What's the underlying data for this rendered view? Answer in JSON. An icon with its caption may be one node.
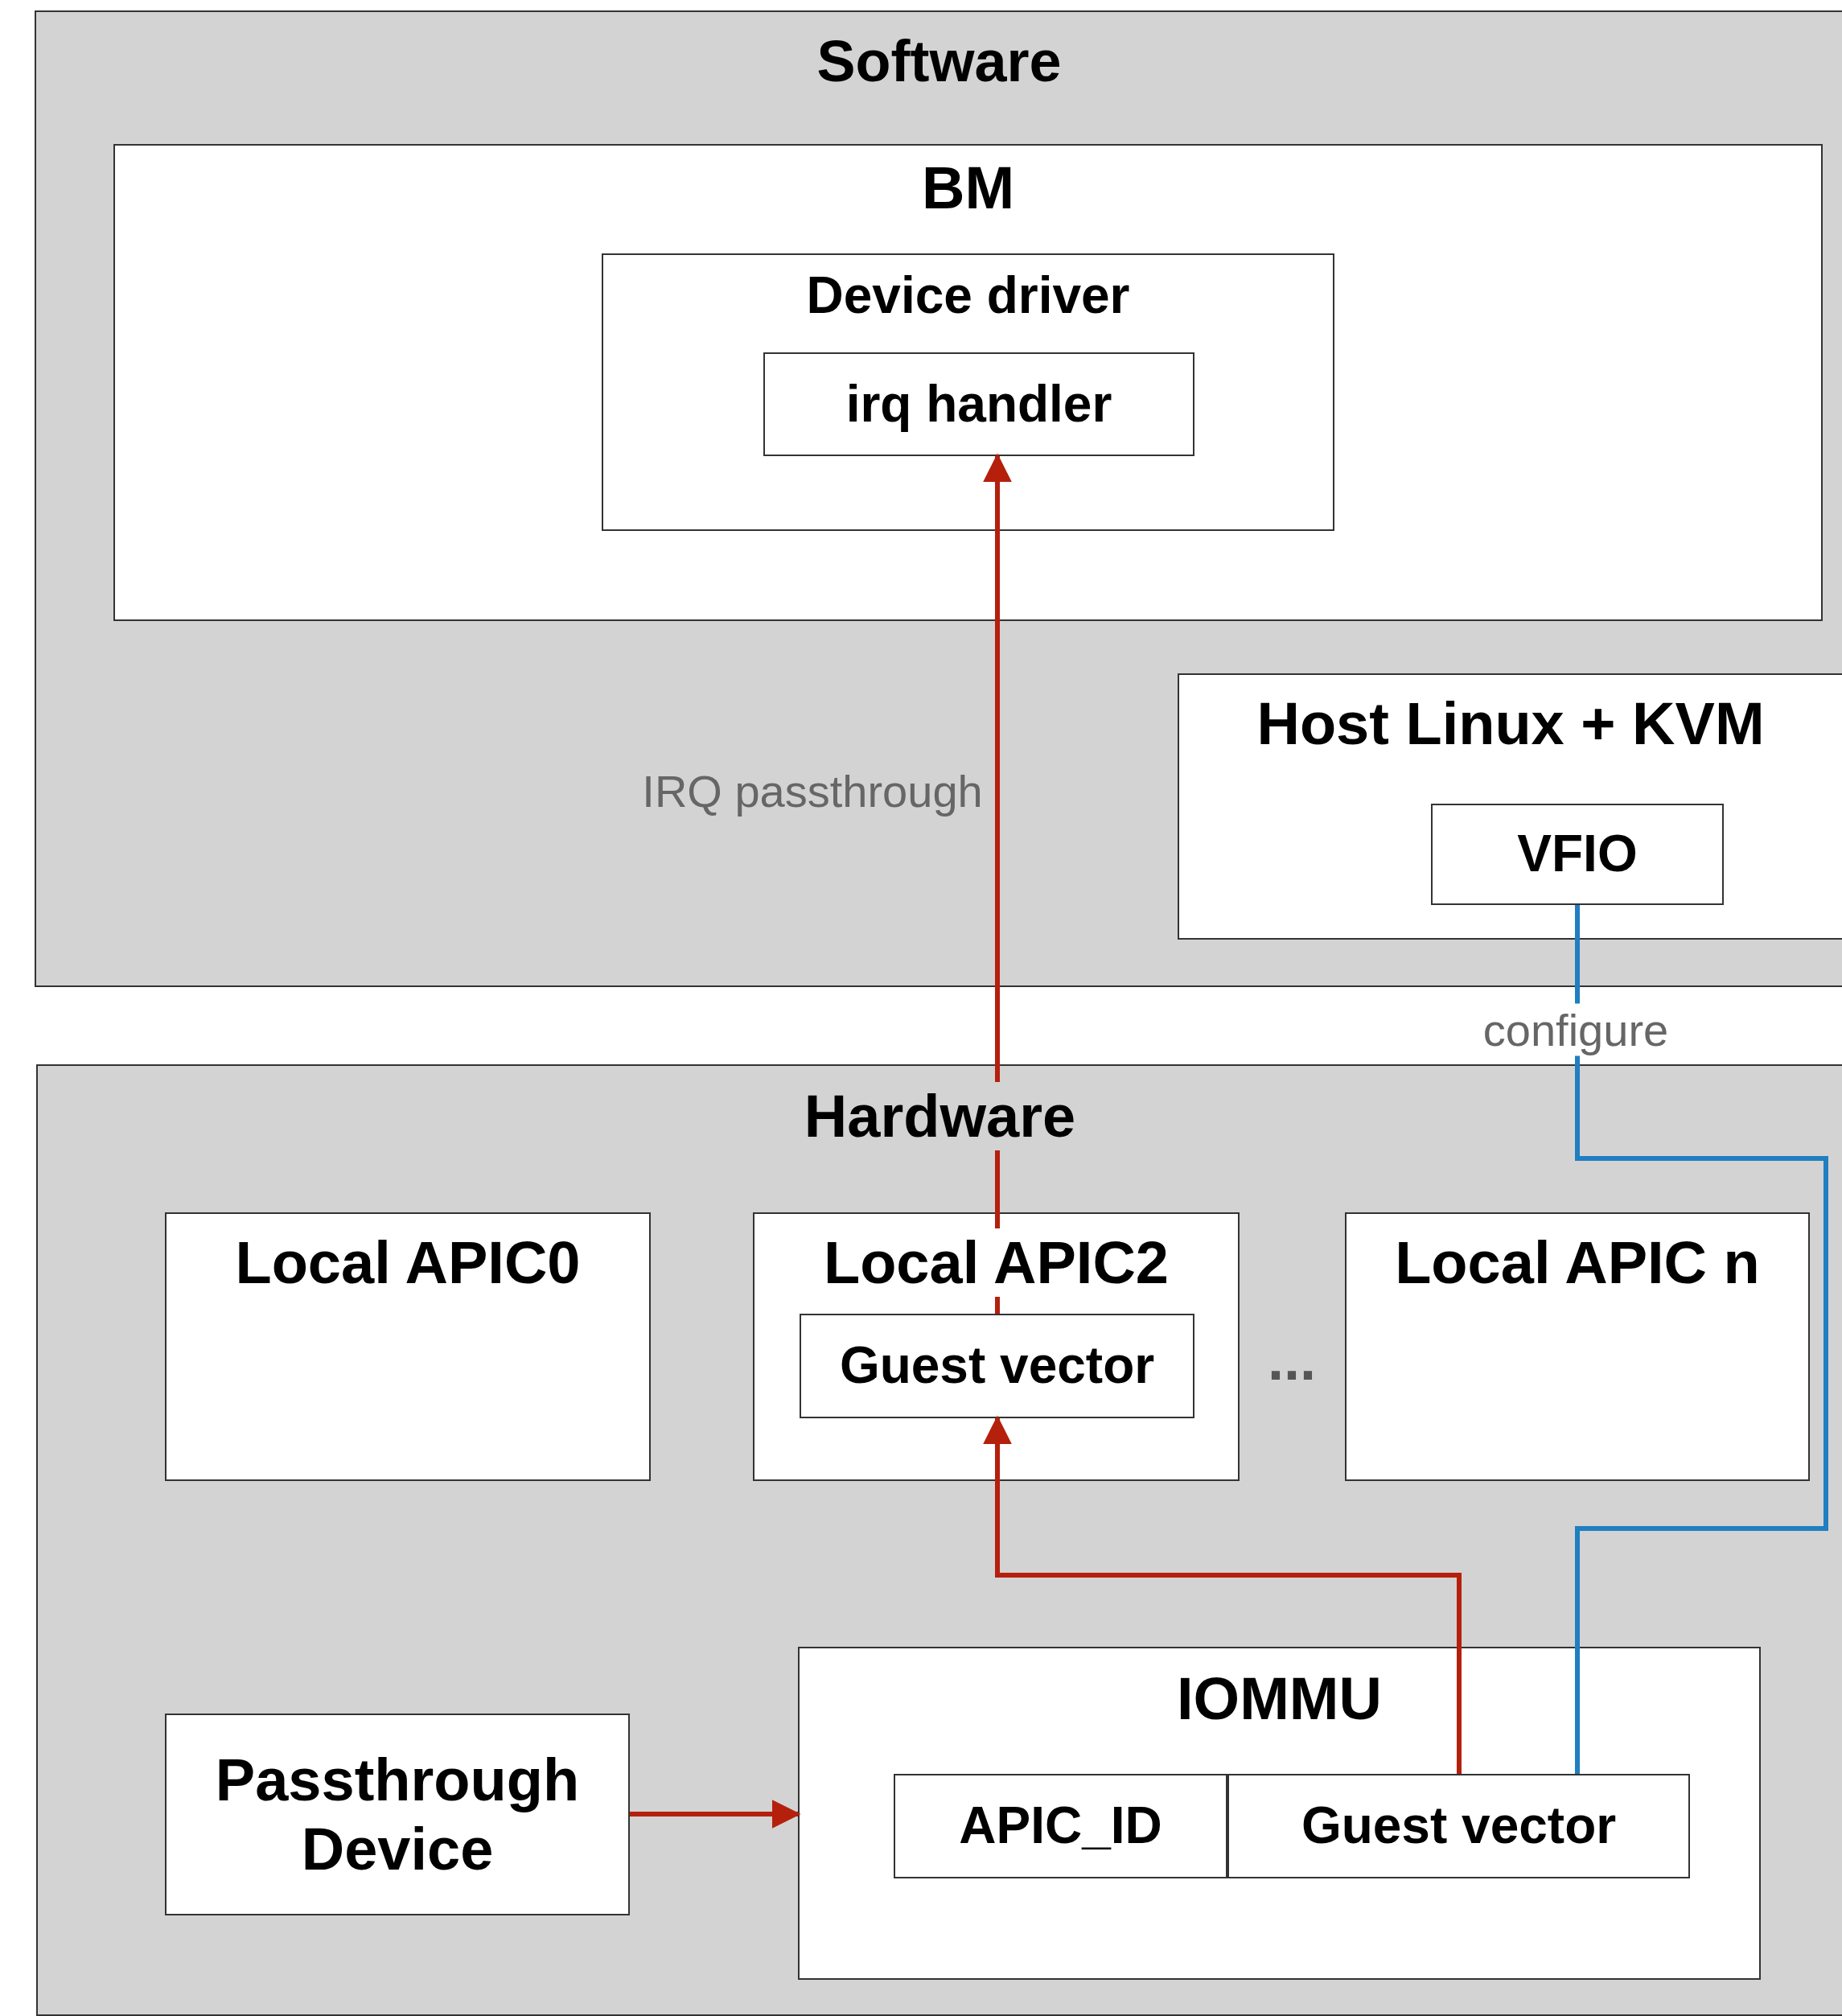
{
  "diagram": {
    "nodes": [
      {
        "text": [
          "Software"
        ]
      },
      {
        "text": [
          "BM"
        ],
        "in": 0
      },
      {
        "text": [
          "Device driver"
        ],
        "in": 1
      },
      {
        "text": [
          "irq handler"
        ],
        "in": 2
      },
      {
        "text": [
          "Host Linux + KVM"
        ],
        "in": 0
      },
      {
        "text": [
          "VFIO"
        ],
        "in": 4
      },
      {
        "text": [
          "Hardware"
        ]
      },
      {
        "text": [
          "Local APIC0"
        ],
        "in": 6
      },
      {
        "text": [
          "Local APIC2"
        ],
        "in": 6
      },
      {
        "text": [
          "Guest vector"
        ],
        "in": 8
      },
      {
        "text": [
          "Local APIC n"
        ],
        "in": 6
      },
      {
        "text": [
          "IOMMU"
        ],
        "in": 6
      },
      {
        "text": [
          "APIC_ID"
        ],
        "in": 11
      },
      {
        "text": [
          "Guest vector"
        ],
        "in": 11
      },
      {
        "text": [
          "Passthrough Device"
        ],
        "in": 6
      }
    ],
    "edges": [
      {
        "from": 9,
        "to": 3,
        "arrow": "to",
        "label": "IRQ passthrough"
      },
      {
        "from": 13,
        "to": 9,
        "arrow": "to"
      },
      {
        "from": 14,
        "to": 11,
        "arrow": "to"
      },
      {
        "from": 5,
        "to": 13,
        "arrow": "none",
        "label": "configure",
        "color": "#1f7fc0"
      }
    ],
    "labels": [
      "..."
    ]
  }
}
